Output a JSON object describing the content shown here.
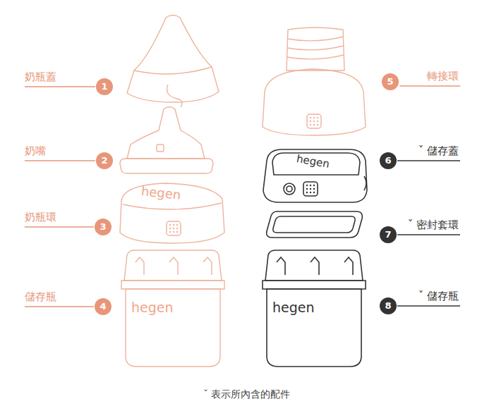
{
  "diagram": {
    "caption": "ˇ 表示所內含的配件",
    "labels": [
      "奶瓶蓋",
      "1",
      "奶嘴",
      "2",
      "奶瓶環",
      "3",
      "儲存瓶",
      "4",
      "轉接環",
      "5",
      "ˇ 儲存蓋",
      "6",
      "ˇ 密封套環",
      "7",
      "ˇ 儲存瓶",
      "8",
      "hegen",
      "hegen",
      "hegen",
      "hegen"
    ]
  }
}
